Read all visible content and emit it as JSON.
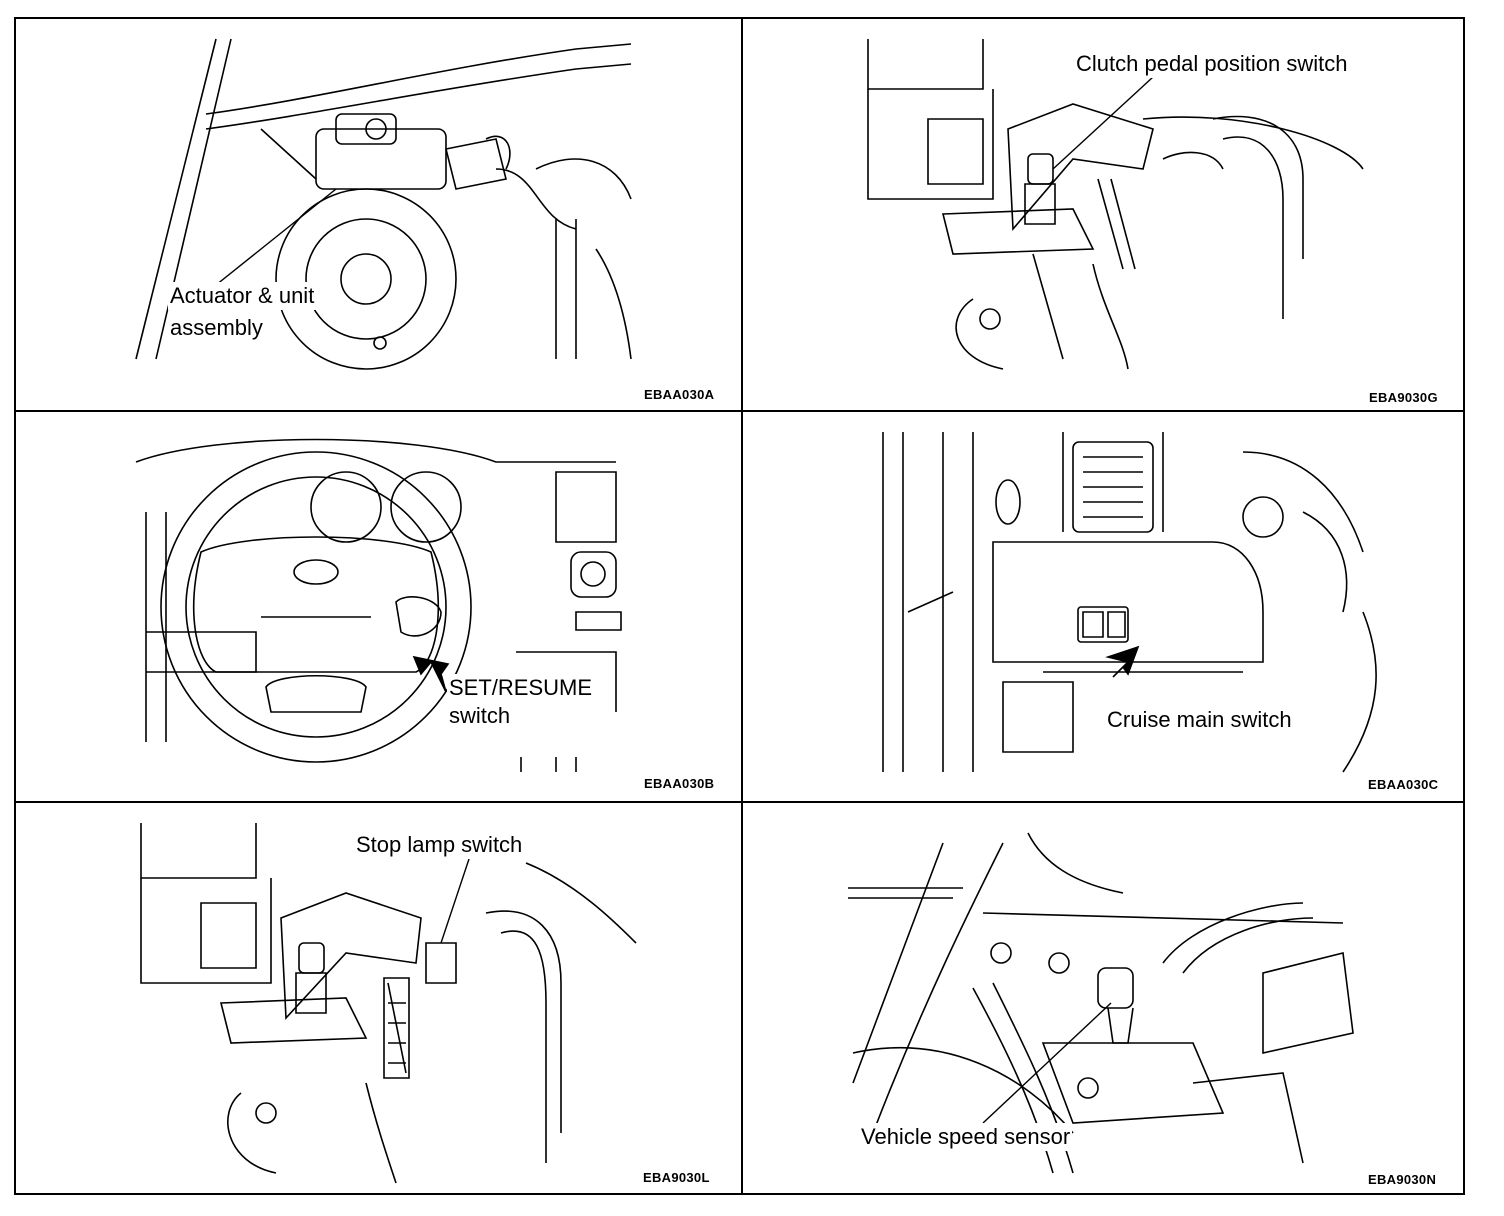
{
  "panels": [
    {
      "label_line1": "Actuator & unit",
      "label_line2": "assembly",
      "code": "EBAA030A"
    },
    {
      "label_line1": "Clutch pedal position switch",
      "label_line2": "",
      "code": "EBA9030G"
    },
    {
      "label_line1": "SET/RESUME",
      "label_line2": "switch",
      "code": "EBAA030B"
    },
    {
      "label_line1": "Cruise main switch",
      "label_line2": "",
      "code": "EBAA030C"
    },
    {
      "label_line1": "Stop lamp switch",
      "label_line2": "",
      "code": "EBA9030L"
    },
    {
      "label_line1": "Vehicle speed sensor",
      "label_line2": "",
      "code": "EBA9030N"
    }
  ]
}
